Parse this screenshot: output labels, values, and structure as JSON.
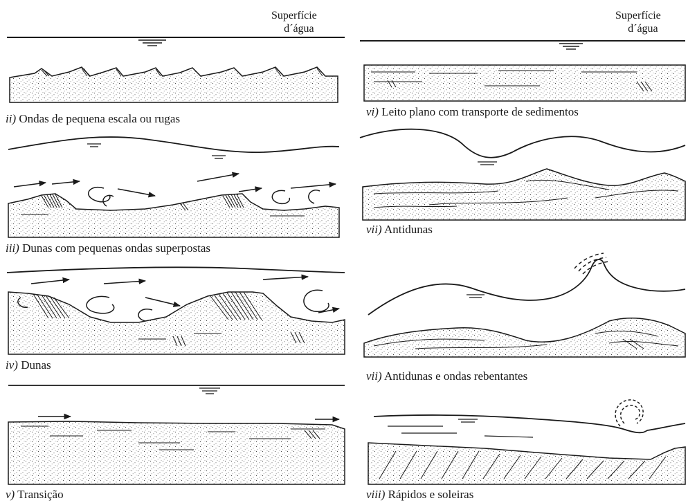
{
  "header": {
    "left": {
      "line1": "Superfície",
      "line2": "d´água"
    },
    "right": {
      "line1": "Superfície",
      "line2": "d´água"
    }
  },
  "captions": [
    {
      "numeral": "ii)",
      "text": " Ondas de pequena escala ou rugas"
    },
    {
      "numeral": "iii)",
      "text": " Dunas com pequenas ondas superpostas"
    },
    {
      "numeral": "iv)",
      "text": " Dunas"
    },
    {
      "numeral": "v)",
      "text": " Transição"
    },
    {
      "numeral": "vi)",
      "text": " Leito plano com transporte de sedimentos"
    },
    {
      "numeral": "vii)",
      "text": " Antidunas"
    },
    {
      "numeral": "vii)",
      "text": " Antidunas e ondas rebentantes"
    },
    {
      "numeral": "viii)",
      "text": " Rápidos e soleiras"
    }
  ],
  "colors": {
    "ink": "#1a1a1a",
    "paper": "#ffffff"
  }
}
